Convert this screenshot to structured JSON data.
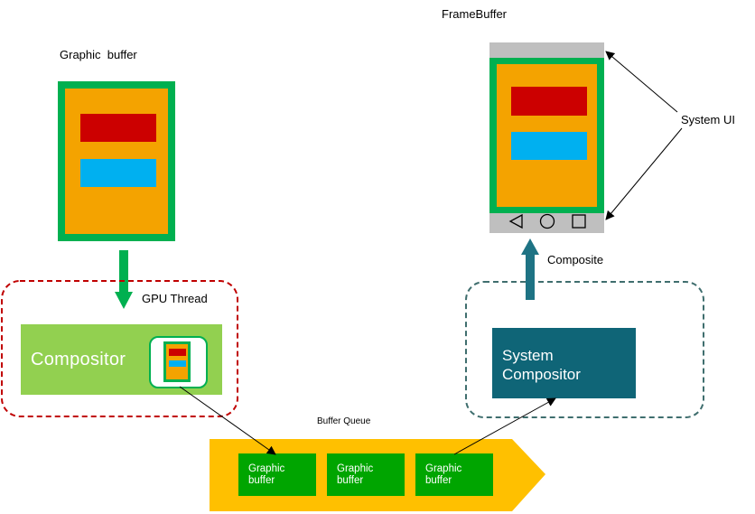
{
  "labels": {
    "graphic_buffer_title": "Graphic  buffer",
    "gpu_thread": "GPU Thread",
    "compositor": "Compositor",
    "buffer_queue": "Buffer Queue",
    "framebuffer": "FrameBuffer",
    "system_ui": "System UI",
    "composite": "Composite",
    "system_compositor_line1": "System",
    "system_compositor_line2": "Compositor"
  },
  "queue_buffers": [
    {
      "line1": "Graphic",
      "line2": "buffer"
    },
    {
      "line1": "Graphic",
      "line2": "buffer"
    },
    {
      "line1": "Graphic",
      "line2": "buffer"
    }
  ],
  "nav_icons": [
    "back-triangle-icon",
    "home-circle-icon",
    "recents-square-icon"
  ],
  "colors": {
    "buffer_border": "#00b050",
    "buffer_fill": "#f4a300",
    "red_block": "#cc0000",
    "blue_block": "#00b0f0",
    "compositor": "#92d050",
    "system_compositor": "#0f6577",
    "queue_arrow": "#ffc000",
    "queue_buffer": "#00a500",
    "gpu_dash": "#c00000",
    "sys_dash": "#3f6e6e",
    "nav_bar": "#bfbfbf"
  }
}
